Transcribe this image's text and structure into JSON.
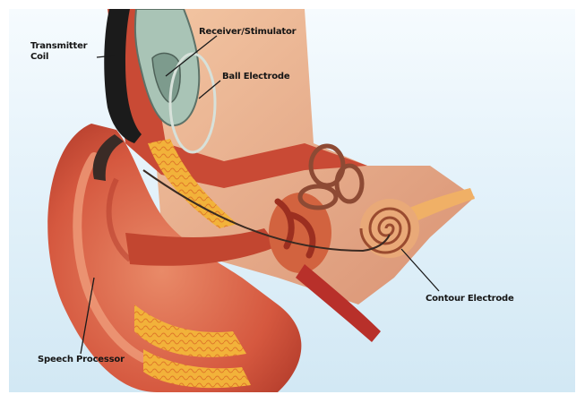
{
  "figure": {
    "labels": {
      "transmitter_coil": "Transmitter Coil",
      "receiver_stimulator": "Receiver/Stimulator",
      "ball_electrode": "Ball Electrode",
      "contour_electrode": "Contour Electrode",
      "speech_processor": "Speech Processor"
    }
  },
  "colors": {
    "background_top": "#f6fbfe",
    "background_bottom": "#d2e8f4",
    "outer_ear": "#d0523a",
    "tissue": "#e27c58",
    "bone": "#e9b08d",
    "fat": "#f2b93e",
    "implant_casing": "#a9c4b6",
    "coil": "#1b1b1b",
    "label_text": "#151515"
  }
}
